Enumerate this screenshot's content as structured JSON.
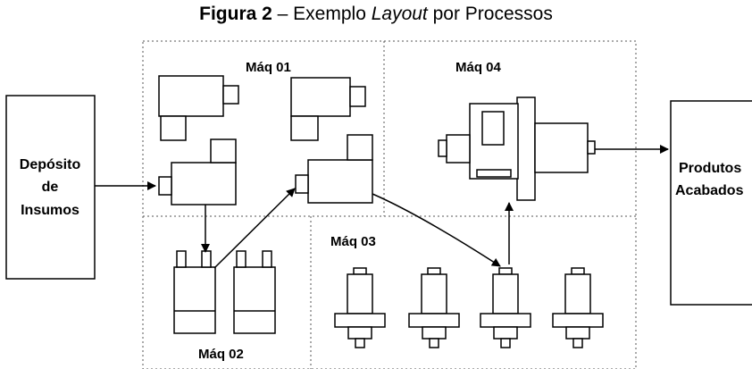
{
  "figure": {
    "caption_label": "Figura 2",
    "caption_sep": " – Exemplo ",
    "caption_italic": "Layout",
    "caption_rest": " por Processos"
  },
  "nodes": {
    "deposito": [
      "Depósito",
      "de",
      "Insumos"
    ],
    "produtos": [
      "Produtos",
      "Acabados"
    ]
  },
  "zones": {
    "maq01": "Máq 01",
    "maq02": "Máq 02",
    "maq03": "Máq 03",
    "maq04": "Máq 04"
  }
}
